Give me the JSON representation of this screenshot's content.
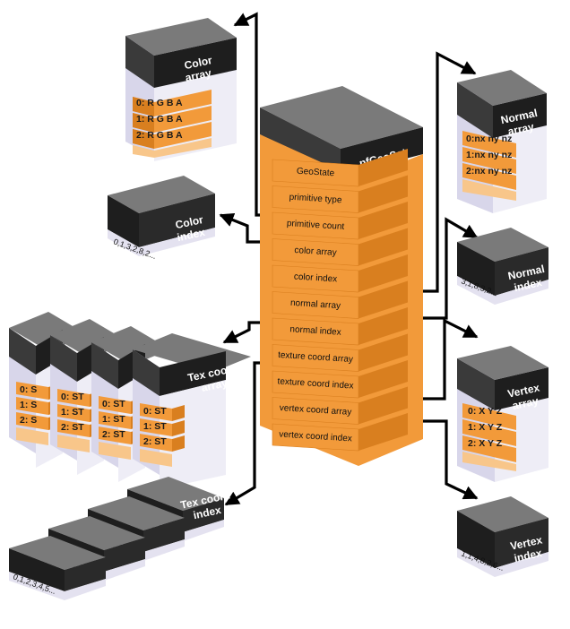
{
  "geoset": {
    "title": "pfGeoSet",
    "fields": [
      "GeoState",
      "primitive type",
      "primitive count",
      "color array",
      "color index",
      "normal array",
      "normal index",
      "texture coord array",
      "texture coord index",
      "vertex coord array",
      "vertex coord index"
    ]
  },
  "color_array": {
    "title_line1": "Color",
    "title_line2": "array",
    "rows": [
      "0: R G B A",
      "1: R G B A",
      "2: R G B A"
    ]
  },
  "color_index": {
    "title_line1": "Color",
    "title_line2": "index",
    "values": "0,1,3,2,8,2..."
  },
  "normal_array": {
    "title_line1": "Normal",
    "title_line2": "array",
    "rows": [
      "0:nx ny nz",
      "1:nx ny nz",
      "2:nx ny nz"
    ]
  },
  "normal_index": {
    "title_line1": "Normal",
    "title_line2": "index",
    "values": "3,1,8,3,2..."
  },
  "texcoord_array": {
    "title_line1": "Tex coord",
    "title_line2": "array",
    "back_rows": [
      "0: S",
      "1: S",
      "2: S"
    ],
    "rows": [
      "0: ST",
      "1: ST",
      "2: ST"
    ]
  },
  "texcoord_index": {
    "title_line1": "Tex coord",
    "title_line2": "index",
    "values": "0,1,2,3,4,5..."
  },
  "vertex_array": {
    "title_line1": "Vertex",
    "title_line2": "array",
    "rows": [
      "0: X Y Z",
      "1: X Y Z",
      "2: X Y Z"
    ]
  },
  "vertex_index": {
    "title_line1": "Vertex",
    "title_line2": "index",
    "values": "1,1,4,8,2,6..."
  },
  "colors": {
    "orange": "#f29a3a",
    "orange_dark": "#d97f1f",
    "orange_light": "#f8c68a",
    "box_top": "#7a7a7a",
    "box_dark": "#1e1e1e",
    "box_side": "#3a3a3a",
    "lavender": "#d8d6ea",
    "arrow": "#000000"
  }
}
